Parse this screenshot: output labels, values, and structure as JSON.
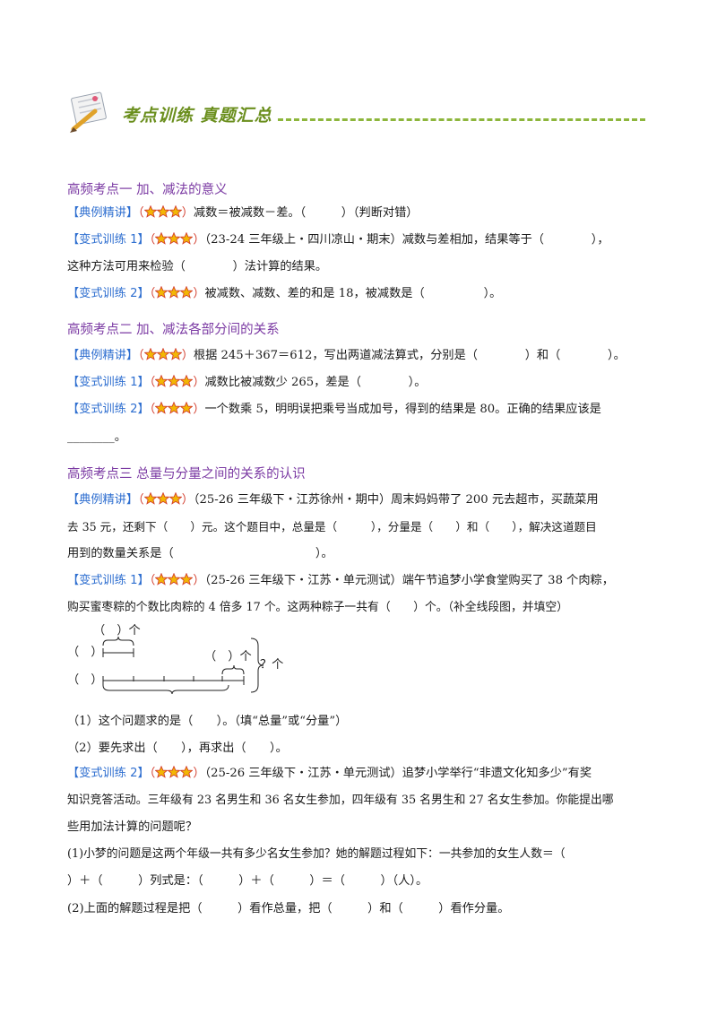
{
  "header": {
    "title": "考点训练  真题汇总"
  },
  "sections": [
    {
      "title": "高频考点一  加、减法的意义"
    },
    {
      "title": "高频考点二  加、减法各部分间的关系"
    },
    {
      "title": "高频考点三  总量与分量之间的关系的认识"
    }
  ],
  "labels": {
    "dianli": "【典例精讲】",
    "bianshi1": "【变式训练 1】",
    "bianshi2": "【变式训练 2】",
    "bianshi1b": "【变式训练 1】",
    "bianshi2b": "【变式训练 2】"
  },
  "s1": {
    "q0": "减数＝被减数－差。（　　　）（判断对错）",
    "q1a": "（23-24 三年级上・四川凉山・期末）减数与差相加，结果等于（　　　　），",
    "q1b": "这种方法可用来检验（　　　　）法计算的结果。",
    "q2": "被减数、减数、差的和是 18，被减数是（　　　　　）。"
  },
  "s2": {
    "q0": "根据 245＋367＝612，写出两道减法算式，分别是（　　　　）和（　　　　）。",
    "q1": "减数比被减数少 265，差是（　　　　）。",
    "q2a": "一个数乘 5，明明误把乘号当成加号，得到的结果是 80。正确的结果应该是",
    "q2b": "________。"
  },
  "s3": {
    "q0a": "（25-26 三年级下・江苏徐州・期中）周末妈妈带了 200 元去超市，买蔬菜用",
    "q0b": "去 35 元，还剩下（　　）元。这个题目中，总量是（　　　），分量是（　　）和（　　），解决这道题目",
    "q0c": "用到的数量关系是（　　　　　　　　　　　　）。",
    "q1a": "（25-26 三年级下・江苏・单元测试）端午节追梦小学食堂购买了 38 个肉粽，",
    "q1b": "购买蜜枣粽的个数比肉粽的 4 倍多 17 个。这两种粽子一共有（　　）个。（补全线段图，并填空）",
    "diagram": {
      "top_label": "（　）个",
      "row1_left": "（　）",
      "row2_left": "（　）",
      "mid_label": "（　）个",
      "total_label": "？个"
    },
    "sub1": "（1）这个问题求的是（　　）。（填“总量”或“分量”）",
    "sub2": "（2）要先求出（　　），再求出（　　）。",
    "q2a": "（25-26 三年级下・江苏・单元测试）追梦小学举行“非遗文化知多少”有奖",
    "q2b": "知识竞答活动。三年级有 23 名男生和 36 名女生参加，四年级有 35 名男生和 27 名女生参加。你能提出哪",
    "q2c": "些用加法计算的问题呢？",
    "p1a": "(1)小梦的问题是这两个年级一共有多少名女生参加？她的解题过程如下：一共参加的女生人数＝（",
    "p1b": "）＋（　　　）列式是：（　　　）＋（　　　）＝（　　　）（人）。",
    "p2": "(2)上面的解题过程是把（　　　）看作总量，把（　　　）和（　　　）看作分量。"
  },
  "colors": {
    "section": "#7b3aa3",
    "tag": "#2f6fd0",
    "star": "#f2b705",
    "star_ring": "#d23a2a",
    "header": "#6b8f1e"
  }
}
